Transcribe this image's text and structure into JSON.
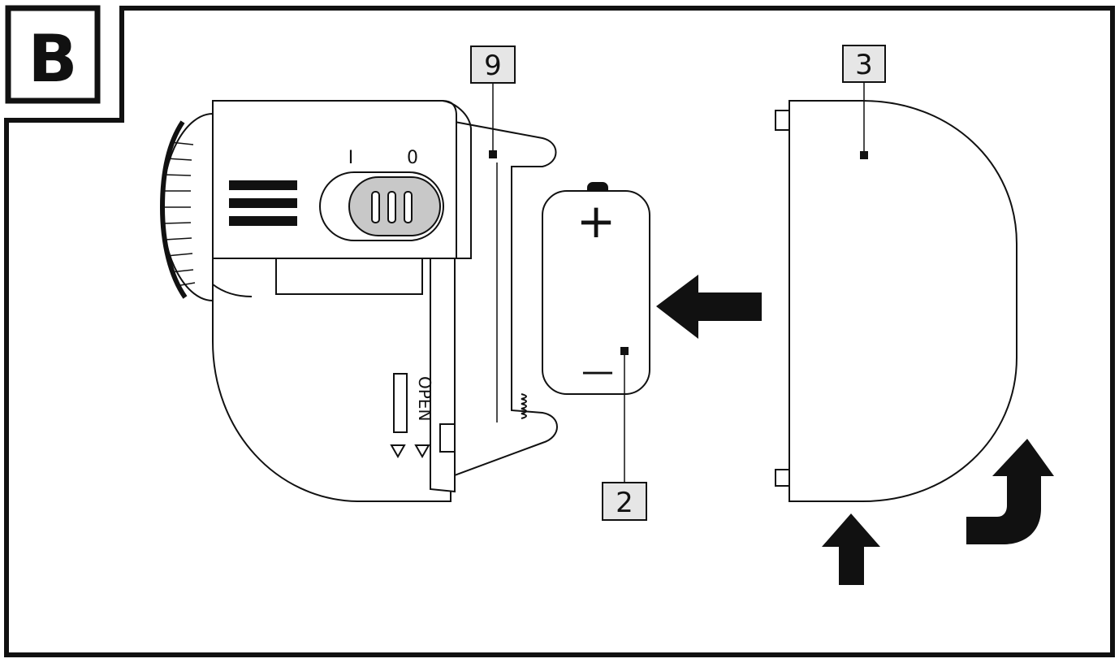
{
  "panel": {
    "letter": "B"
  },
  "callouts": {
    "device_label": "9",
    "battery_label": "2",
    "cover_label": "3"
  },
  "device": {
    "switch_on_mark": "I",
    "switch_off_mark": "0",
    "open_label": "OPEN"
  },
  "battery": {
    "plus": "+",
    "minus": "—"
  },
  "colors": {
    "ink": "#111111",
    "paper": "#ffffff",
    "switch_knob": "#c8c8c8",
    "label_box": "#e6e6e6"
  }
}
